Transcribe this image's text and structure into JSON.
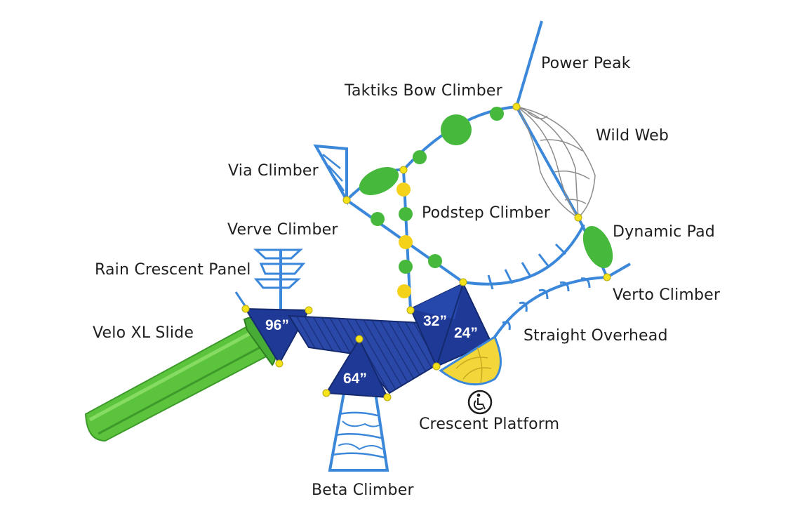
{
  "labels": {
    "power_peak": "Power Peak",
    "taktiks_bow_climber": "Taktiks Bow Climber",
    "wild_web": "Wild Web",
    "via_climber": "Via Climber",
    "podstep_climber": "Podstep Climber",
    "dynamic_pad": "Dynamic Pad",
    "verve_climber": "Verve Climber",
    "rain_crescent_panel": "Rain Crescent Panel",
    "verto_climber": "Verto Climber",
    "velo_xl_slide": "Velo XL Slide",
    "straight_overhead": "Straight Overhead",
    "crescent_platform": "Crescent Platform",
    "beta_climber": "Beta Climber"
  },
  "deck_heights": {
    "deck_96": "96”",
    "deck_64": "64”",
    "deck_32": "32”",
    "deck_24": "24”"
  },
  "icons": {
    "accessibility": "wheelchair-icon"
  },
  "colors": {
    "frame_blue": "#3b87d9",
    "deck_navy": "#1f3a96",
    "slide_green": "#5cc43c",
    "pad_green": "#46b83c",
    "connector_yellow": "#f4e21a",
    "platform_yellow": "#f2d63a",
    "web_grey": "#8c8c8c"
  }
}
